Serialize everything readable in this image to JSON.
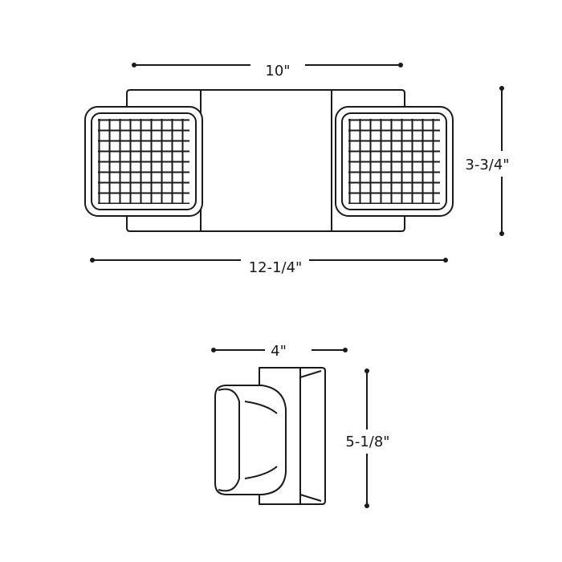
{
  "colors": {
    "line": "#1a1a1a",
    "background": "#ffffff"
  },
  "front_view": {
    "top_width_label": "10\"",
    "overall_width_label": "12-1/4\"",
    "height_label": "3-3/4\""
  },
  "side_view": {
    "depth_label": "4\"",
    "height_label": "5-1/8\""
  }
}
